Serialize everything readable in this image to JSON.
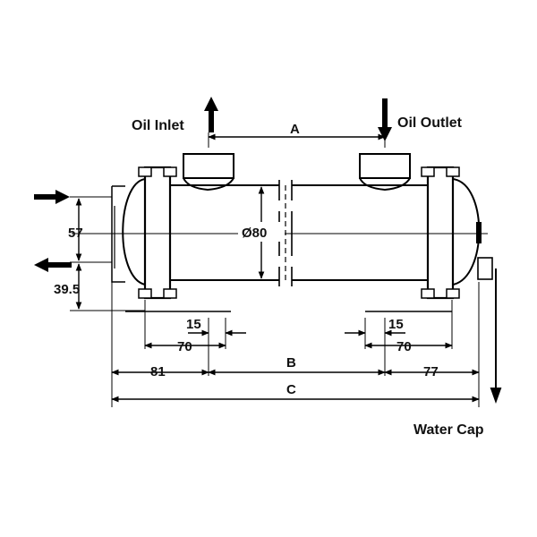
{
  "labels": {
    "oil_inlet": "Oil Inlet",
    "oil_outlet": "Oil Outlet",
    "water_cap": "Water Cap"
  },
  "dimensions": {
    "a": "A",
    "b": "B",
    "c": "C",
    "diameter": "Ø80",
    "v_57": "57",
    "v_39_5": "39.5",
    "left_15": "15",
    "left_70": "70",
    "right_15": "15",
    "right_70": "70",
    "left_81": "81",
    "right_77": "77"
  },
  "colors": {
    "line": "#000000",
    "background": "#ffffff"
  }
}
